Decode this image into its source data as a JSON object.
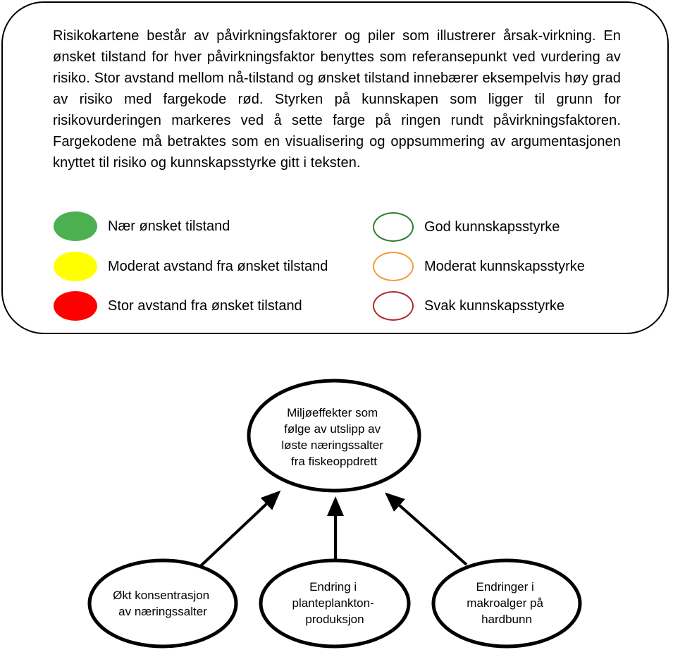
{
  "description": "Risikokartene består av påvirkningsfaktorer og piler som illustrerer årsak-virkning. En ønsket tilstand for hver påvirkningsfaktor benyttes som referansepunkt ved vurdering av risiko. Stor avstand mellom nå-tilstand og ønsket tilstand innebærer eksempelvis høy grad av risiko med fargekode rød. Styrken på kunnskapen som ligger til grunn for risikovurderingen markeres ved å sette farge på ringen rundt påvirkningsfaktoren. Fargekodene må betraktes som en visualisering og oppsummering av argumentasjonen knyttet til risiko og kunnskapsstyrke gitt i teksten.",
  "legend": {
    "state": [
      {
        "label": "Nær ønsket tilstand",
        "color": "#4caf50"
      },
      {
        "label": "Moderat avstand fra ønsket tilstand",
        "color": "#ffff00"
      },
      {
        "label": "Stor avstand fra ønsket tilstand",
        "color": "#ff0000"
      }
    ],
    "knowledge": [
      {
        "label": "God kunnskapsstyrke",
        "color": "#2e7d32"
      },
      {
        "label": "Moderat kunnskapsstyrke",
        "color": "#f39c3d"
      },
      {
        "label": "Svak kunnskapsstyrke",
        "color": "#b22a2a"
      }
    ]
  },
  "diagram": {
    "target": {
      "lines": [
        "Miljøeffekter som",
        "følge av utslipp av",
        "løste næringssalter",
        "fra fiskeoppdrett"
      ]
    },
    "sources": [
      {
        "lines": [
          "Økt konsentrasjon",
          "av næringssalter"
        ]
      },
      {
        "lines": [
          "Endring i",
          "planteplankton-",
          "produksjon"
        ]
      },
      {
        "lines": [
          "Endringer i",
          "makroalger på",
          "hardbunn"
        ]
      }
    ]
  }
}
